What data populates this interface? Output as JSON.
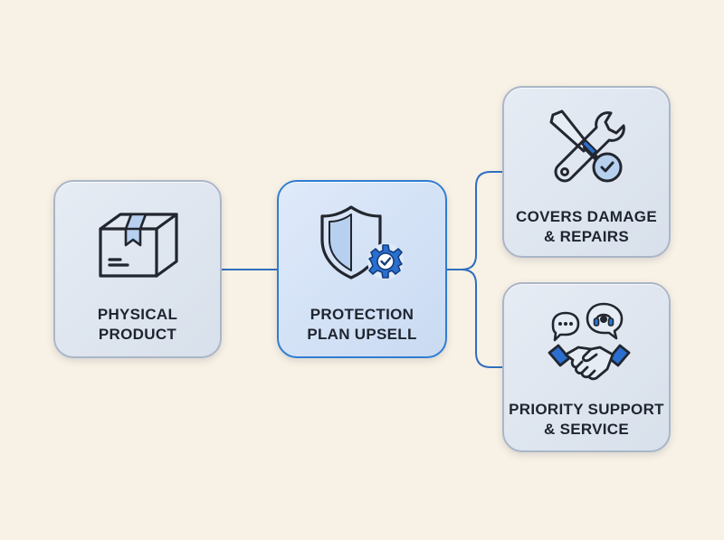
{
  "nodes": {
    "physical_product": {
      "line1": "PHYSICAL",
      "line2": "PRODUCT",
      "icon": "package-box-icon"
    },
    "protection_plan": {
      "line1": "PROTECTION",
      "line2": "PLAN UPSELL",
      "icon": "shield-gear-check-icon"
    },
    "covers_damage": {
      "line1": "COVERS DAMAGE",
      "line2": "& REPAIRS",
      "icon": "wrench-screwdriver-icon"
    },
    "priority_support": {
      "line1": "PRIORITY SUPPORT",
      "line2": "& SERVICE",
      "icon": "handshake-support-icon"
    }
  },
  "colors": {
    "background": "#f8f1e5",
    "accent": "#2f7dd1",
    "connector": "#2f6fbf",
    "text": "#1f2530"
  }
}
